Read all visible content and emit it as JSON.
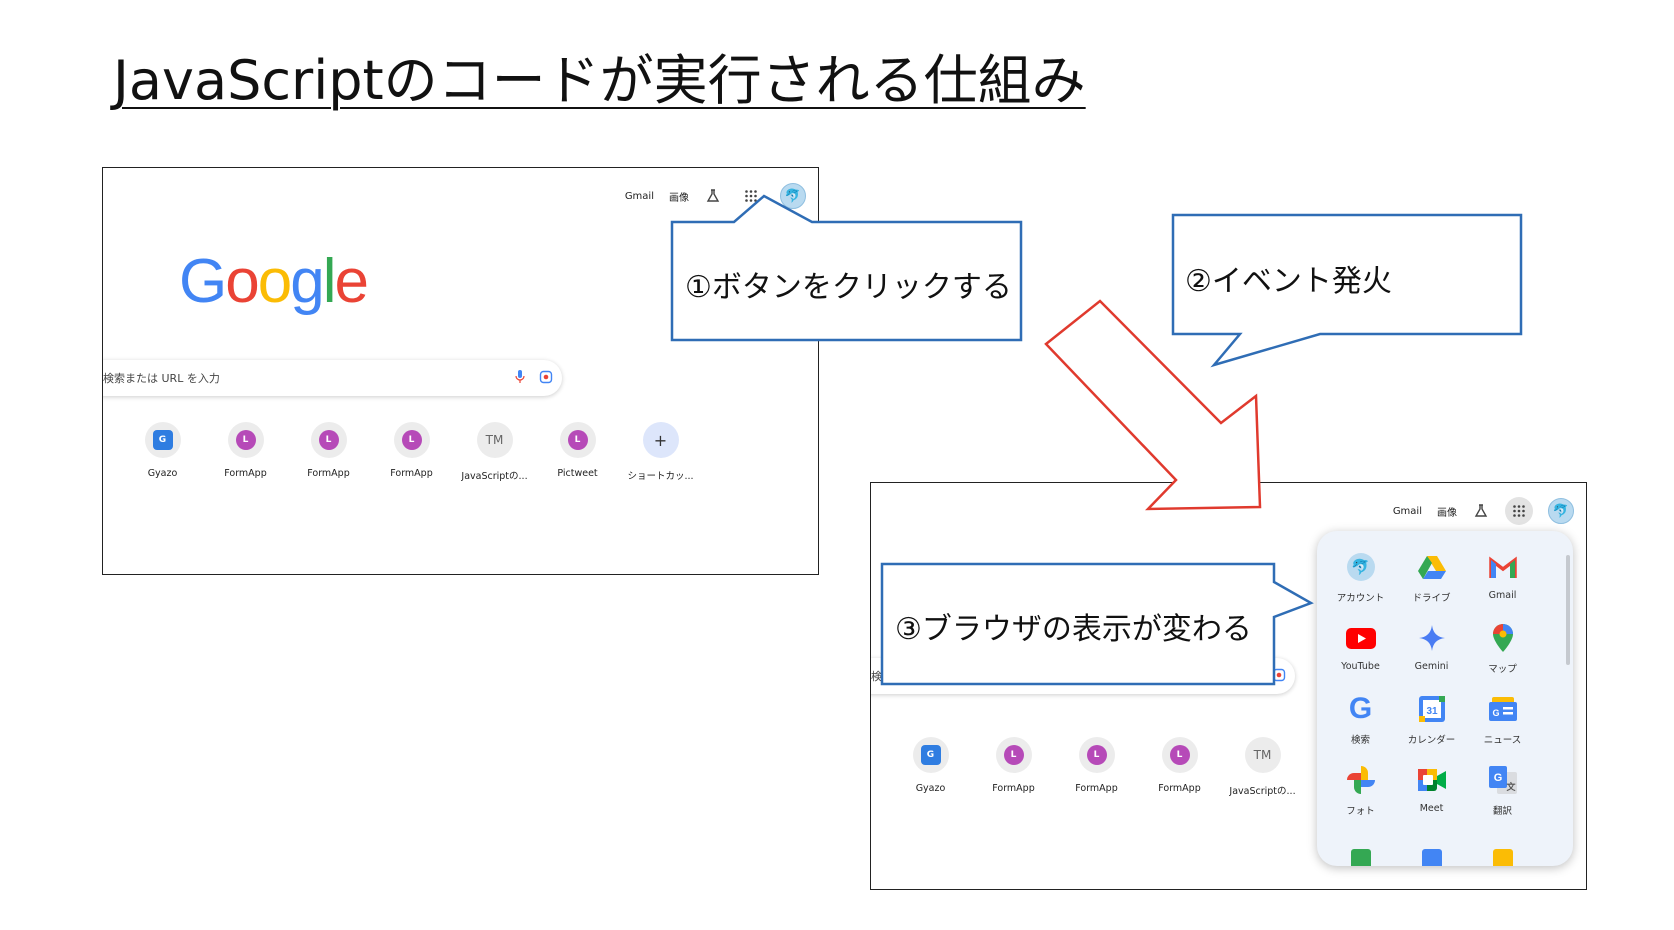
{
  "slide": {
    "title": "JavaScriptのコードが実行される仕組み"
  },
  "callouts": {
    "step1": "①ボタンをクリックする",
    "step2": "②イベント発火",
    "step3": "③ブラウザの表示が変わる"
  },
  "browser": {
    "topbar": {
      "gmail": "Gmail",
      "images": "画像"
    },
    "logo": [
      "G",
      "o",
      "o",
      "g",
      "l",
      "e"
    ],
    "search_placeholder": "検索または URL を入力",
    "shortcuts_before": [
      "Gyazo",
      "FormApp",
      "FormApp",
      "FormApp",
      "JavaScriptの...",
      "Pictweet",
      "ショートカッ..."
    ],
    "shortcuts_after": [
      "Gyazo",
      "FormApp",
      "FormApp",
      "FormApp",
      "JavaScriptの..."
    ],
    "apps_panel": [
      "アカウント",
      "ドライブ",
      "Gmail",
      "YouTube",
      "Gemini",
      "マップ",
      "検索",
      "カレンダー",
      "ニュース",
      "フォト",
      "Meet",
      "翻訳"
    ]
  },
  "colors": {
    "callout_border": "#2f6db5",
    "arrow": "#e03a2e",
    "google_blue": "#4285f4",
    "google_red": "#ea4335",
    "google_yellow": "#fbbc05",
    "google_green": "#34a853",
    "shortcut_purple": "#b64ab8"
  }
}
